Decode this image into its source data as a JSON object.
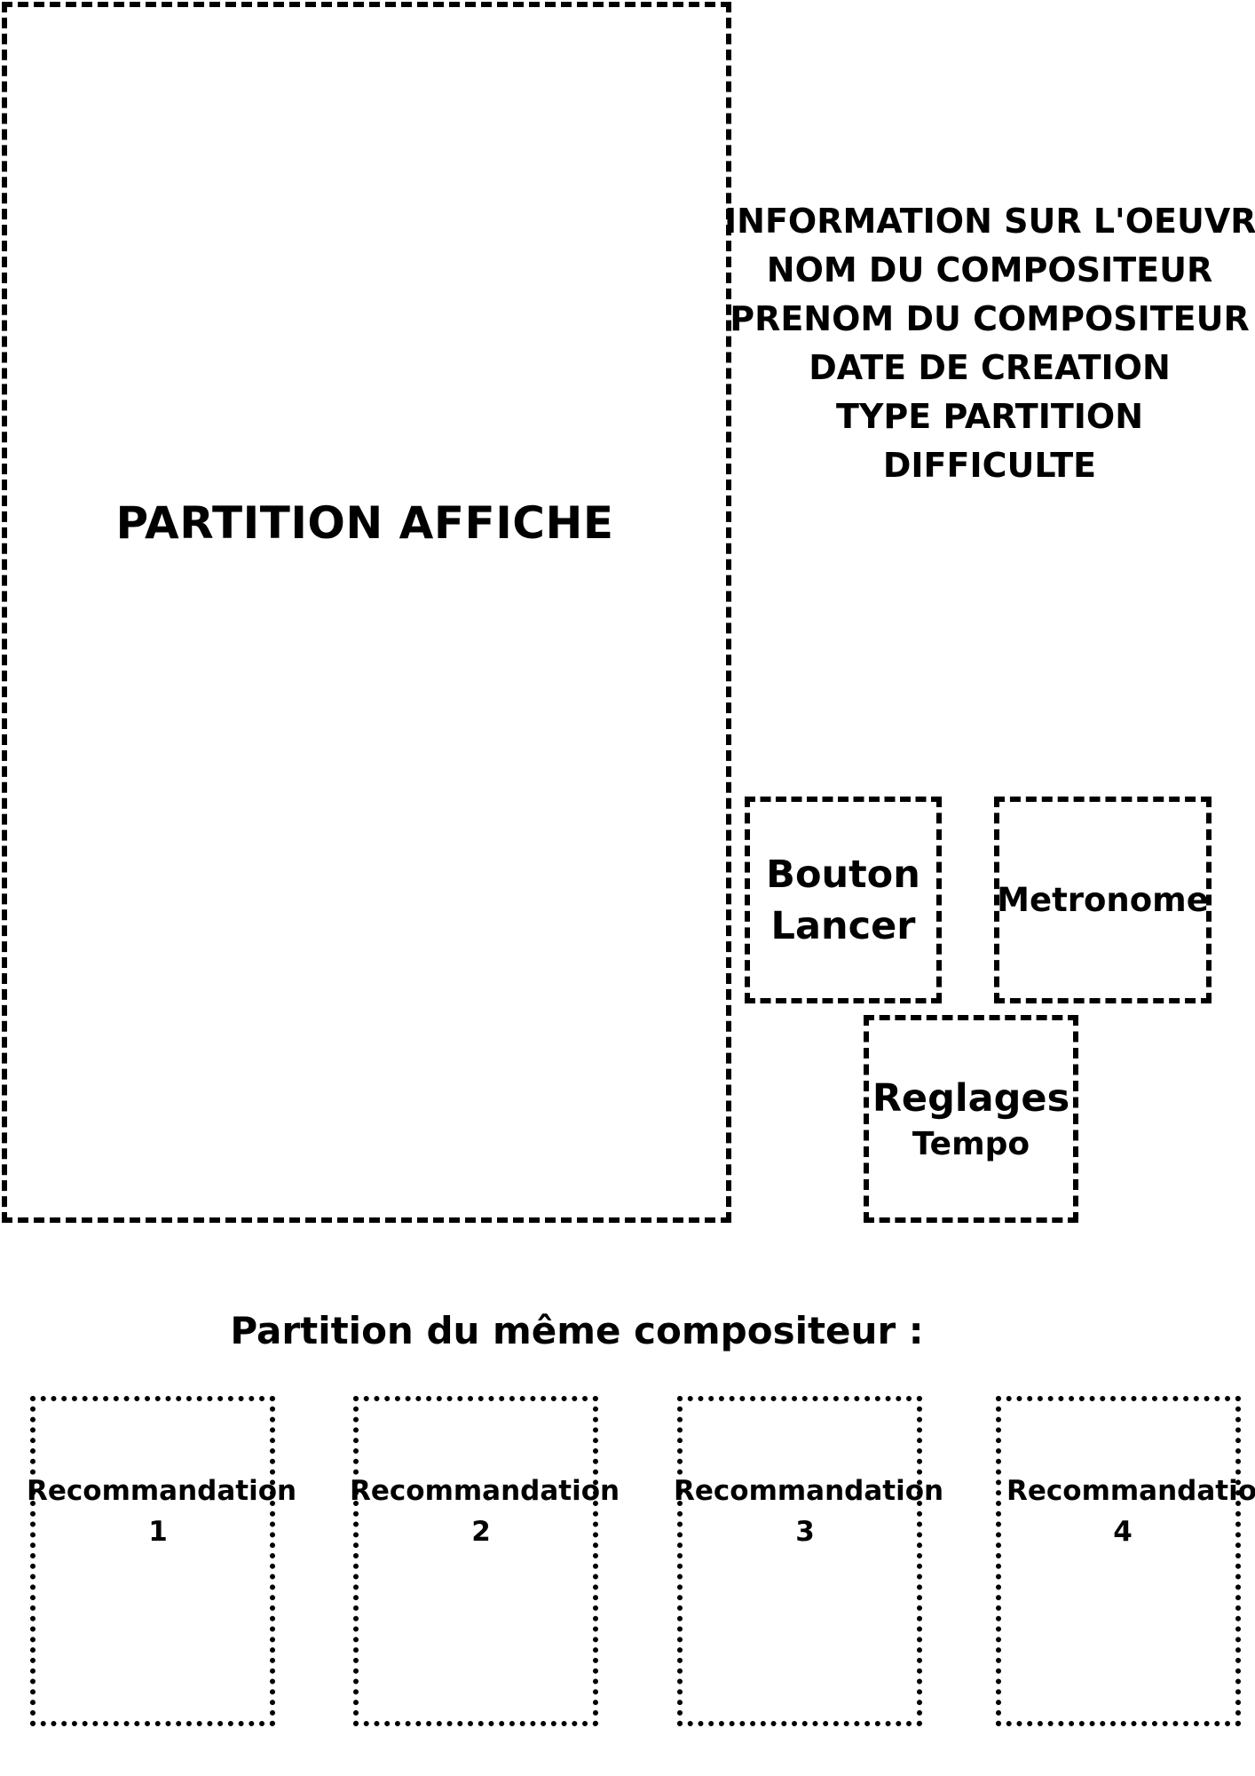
{
  "score_display": {
    "label": "PARTITION AFFICHE"
  },
  "work_info": {
    "title": "INFORMATION SUR L'OEUVRE",
    "composer_last_name": "NOM DU COMPOSITEUR",
    "composer_first_name": "PRENOM DU COMPOSITEUR",
    "creation_date": "DATE DE CREATION",
    "score_type": "TYPE PARTITION",
    "difficulty": "DIFFICULTE"
  },
  "controls": {
    "launch": {
      "line1": "Bouton",
      "line2": "Lancer"
    },
    "metronome": {
      "label": "Metronome"
    },
    "tempo": {
      "line1": "Reglages",
      "line2": "Tempo"
    }
  },
  "recommendations": {
    "title": "Partition du même compositeur :",
    "items": [
      {
        "label": "Recommandation",
        "number": "1"
      },
      {
        "label": "Recommandation",
        "number": "2"
      },
      {
        "label": "Recommandation",
        "number": "3"
      },
      {
        "label": "Recommandation",
        "number": "4"
      }
    ]
  }
}
